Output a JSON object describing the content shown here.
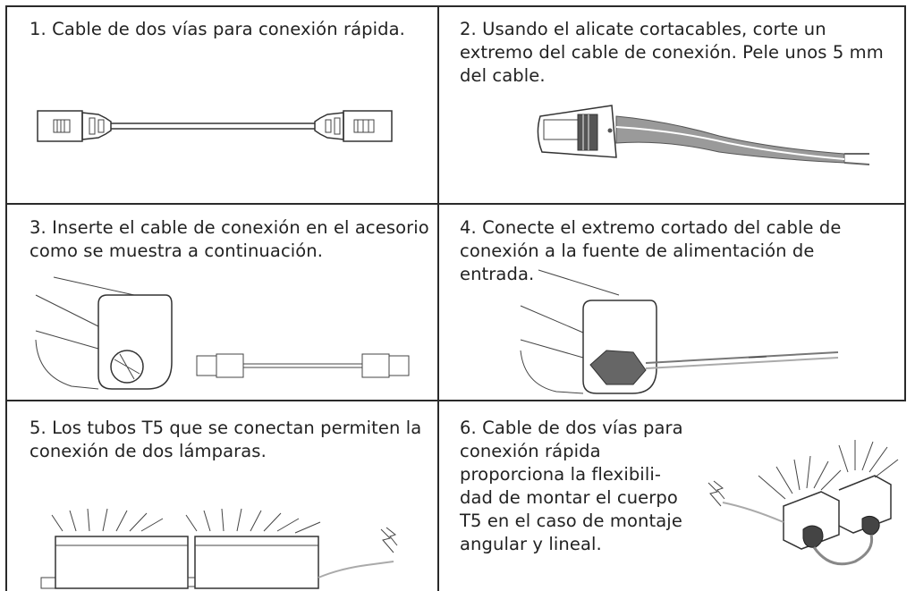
{
  "steps": [
    {
      "text": "1. Cable de dos vías para conexión rápida.",
      "illustration": "cable-icon"
    },
    {
      "text": "2. Usando el alicate cortacables, corte un extremo del cable de conexión. Pele unos 5 mm del cable.",
      "illustration": "cut-cable-icon"
    },
    {
      "text": "3. Inserte el cable de conexión en el acesorio como se muestra a continuación.",
      "illustration": "insert-cable-icon"
    },
    {
      "text": "4. Conecte el extremo cortado del cable de conexión a la fuente de alimentación de entrada.",
      "illustration": "connect-power-icon"
    },
    {
      "text": "5. Los tubos T5 que se conectan permiten la conexión de dos lámparas.",
      "illustration": "linked-tubes-icon"
    },
    {
      "text": "6. Cable de dos vías para conexión rápida proporciona la flexibili-dad de montar el cuerpo T5 en el caso de montaje angular y lineal.",
      "illustration": "angular-mount-icon"
    }
  ]
}
